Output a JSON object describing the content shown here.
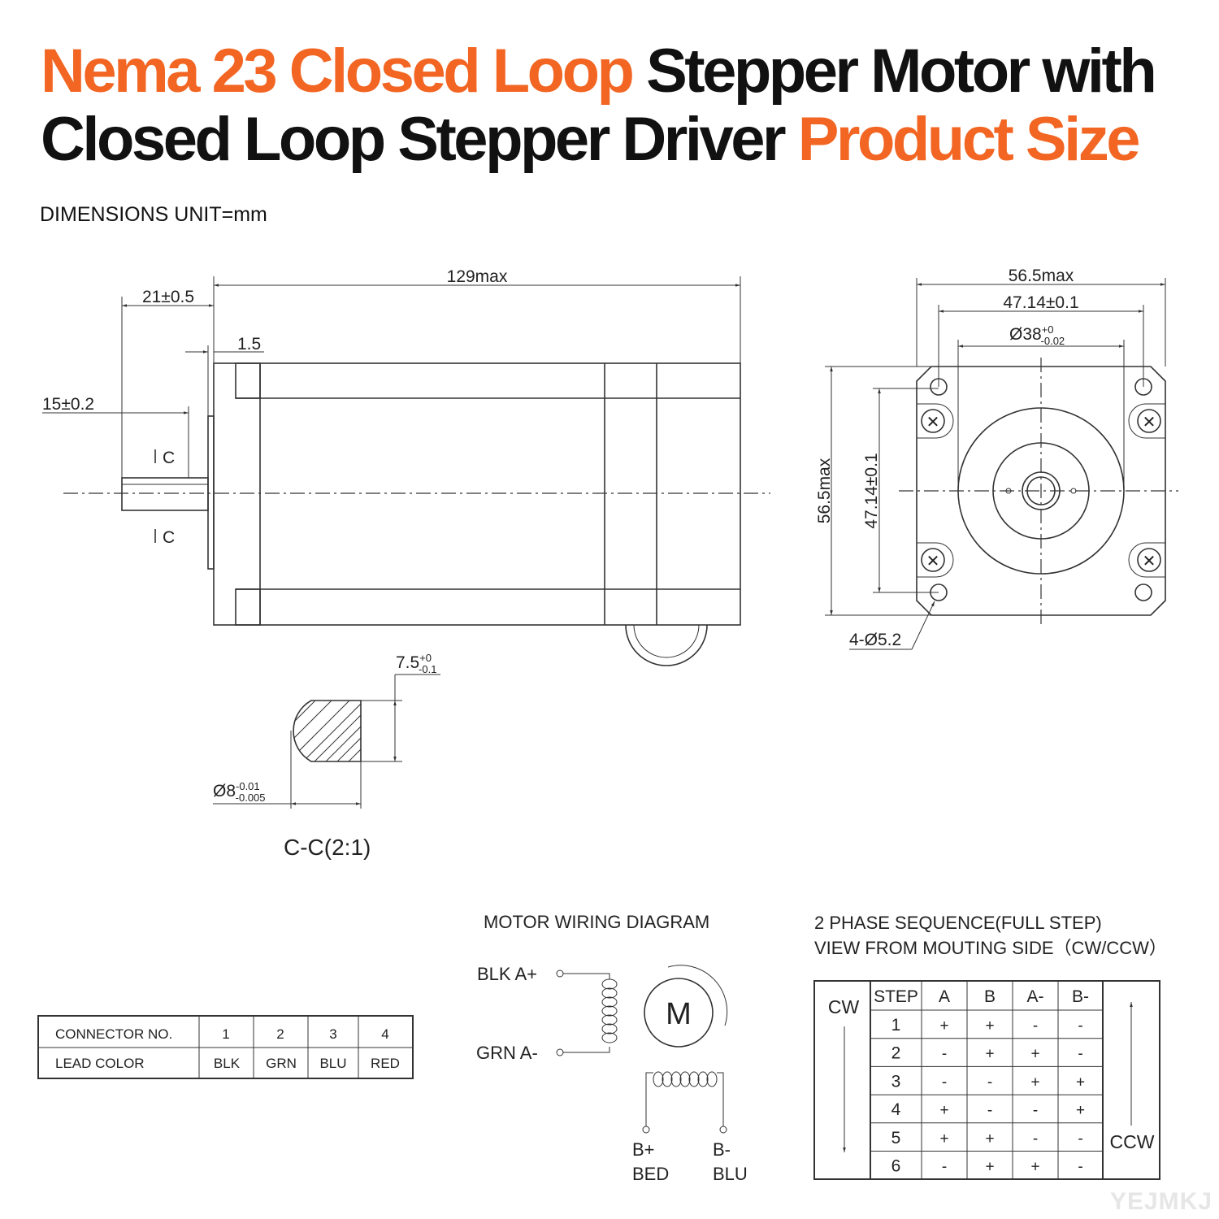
{
  "title": {
    "line1_orange": "Nema 23 Closed Loop",
    "line1_black": " Stepper Motor with",
    "line2_black": "Closed Loop Stepper Driver ",
    "line2_orange": "Product Size",
    "accent_color": "#f26522"
  },
  "units_label": "DIMENSIONS UNIT=mm",
  "side_view": {
    "length": "129max",
    "shaft_length": "21±0.5",
    "flange_step": "1.5",
    "flat_length": "15±0.2",
    "section_mark_top": "C",
    "section_mark_bottom": "C"
  },
  "section": {
    "flat_dim": "7.5",
    "flat_tol_upper": "+0",
    "flat_tol_lower": "-0.1",
    "diameter": "Ø8",
    "dia_tol_upper": "-0.01",
    "dia_tol_lower": "-0.005",
    "label": "C-C(2:1)"
  },
  "front_view": {
    "width": "56.5max",
    "hole_spacing": "47.14±0.1",
    "pilot": "Ø38",
    "pilot_tol_upper": "+0",
    "pilot_tol_lower": "-0.02",
    "height": "56.5max",
    "hole_spacing_v": "47.14±0.1",
    "holes": "4-Ø5.2"
  },
  "connector_table": {
    "rows": [
      [
        "CONNECTOR NO.",
        "1",
        "2",
        "3",
        "4"
      ],
      [
        "LEAD COLOR",
        "BLK",
        "GRN",
        "BLU",
        "RED"
      ]
    ]
  },
  "wiring": {
    "title": "MOTOR WIRING DIAGRAM",
    "a_plus": "BLK A+",
    "a_minus": "GRN A-",
    "motor": "M",
    "b_plus": "B+",
    "b_plus_color": "BED",
    "b_minus": "B-",
    "b_minus_color": "BLU"
  },
  "phase": {
    "title1": "2 PHASE SEQUENCE(FULL STEP)",
    "title2": "VIEW FROM MOUTING SIDE（CW/CCW）",
    "cw": "CW",
    "ccw": "CCW",
    "headers": [
      "STEP",
      "A",
      "B",
      "A-",
      "B-"
    ],
    "rows": [
      [
        "1",
        "+",
        "+",
        "-",
        "-"
      ],
      [
        "2",
        "-",
        "+",
        "+",
        "-"
      ],
      [
        "3",
        "-",
        "-",
        "+",
        "+"
      ],
      [
        "4",
        "+",
        "-",
        "-",
        "+"
      ],
      [
        "5",
        "+",
        "+",
        "-",
        "-"
      ],
      [
        "6",
        "-",
        "+",
        "+",
        "-"
      ]
    ]
  },
  "watermark": "YEJMKJ"
}
